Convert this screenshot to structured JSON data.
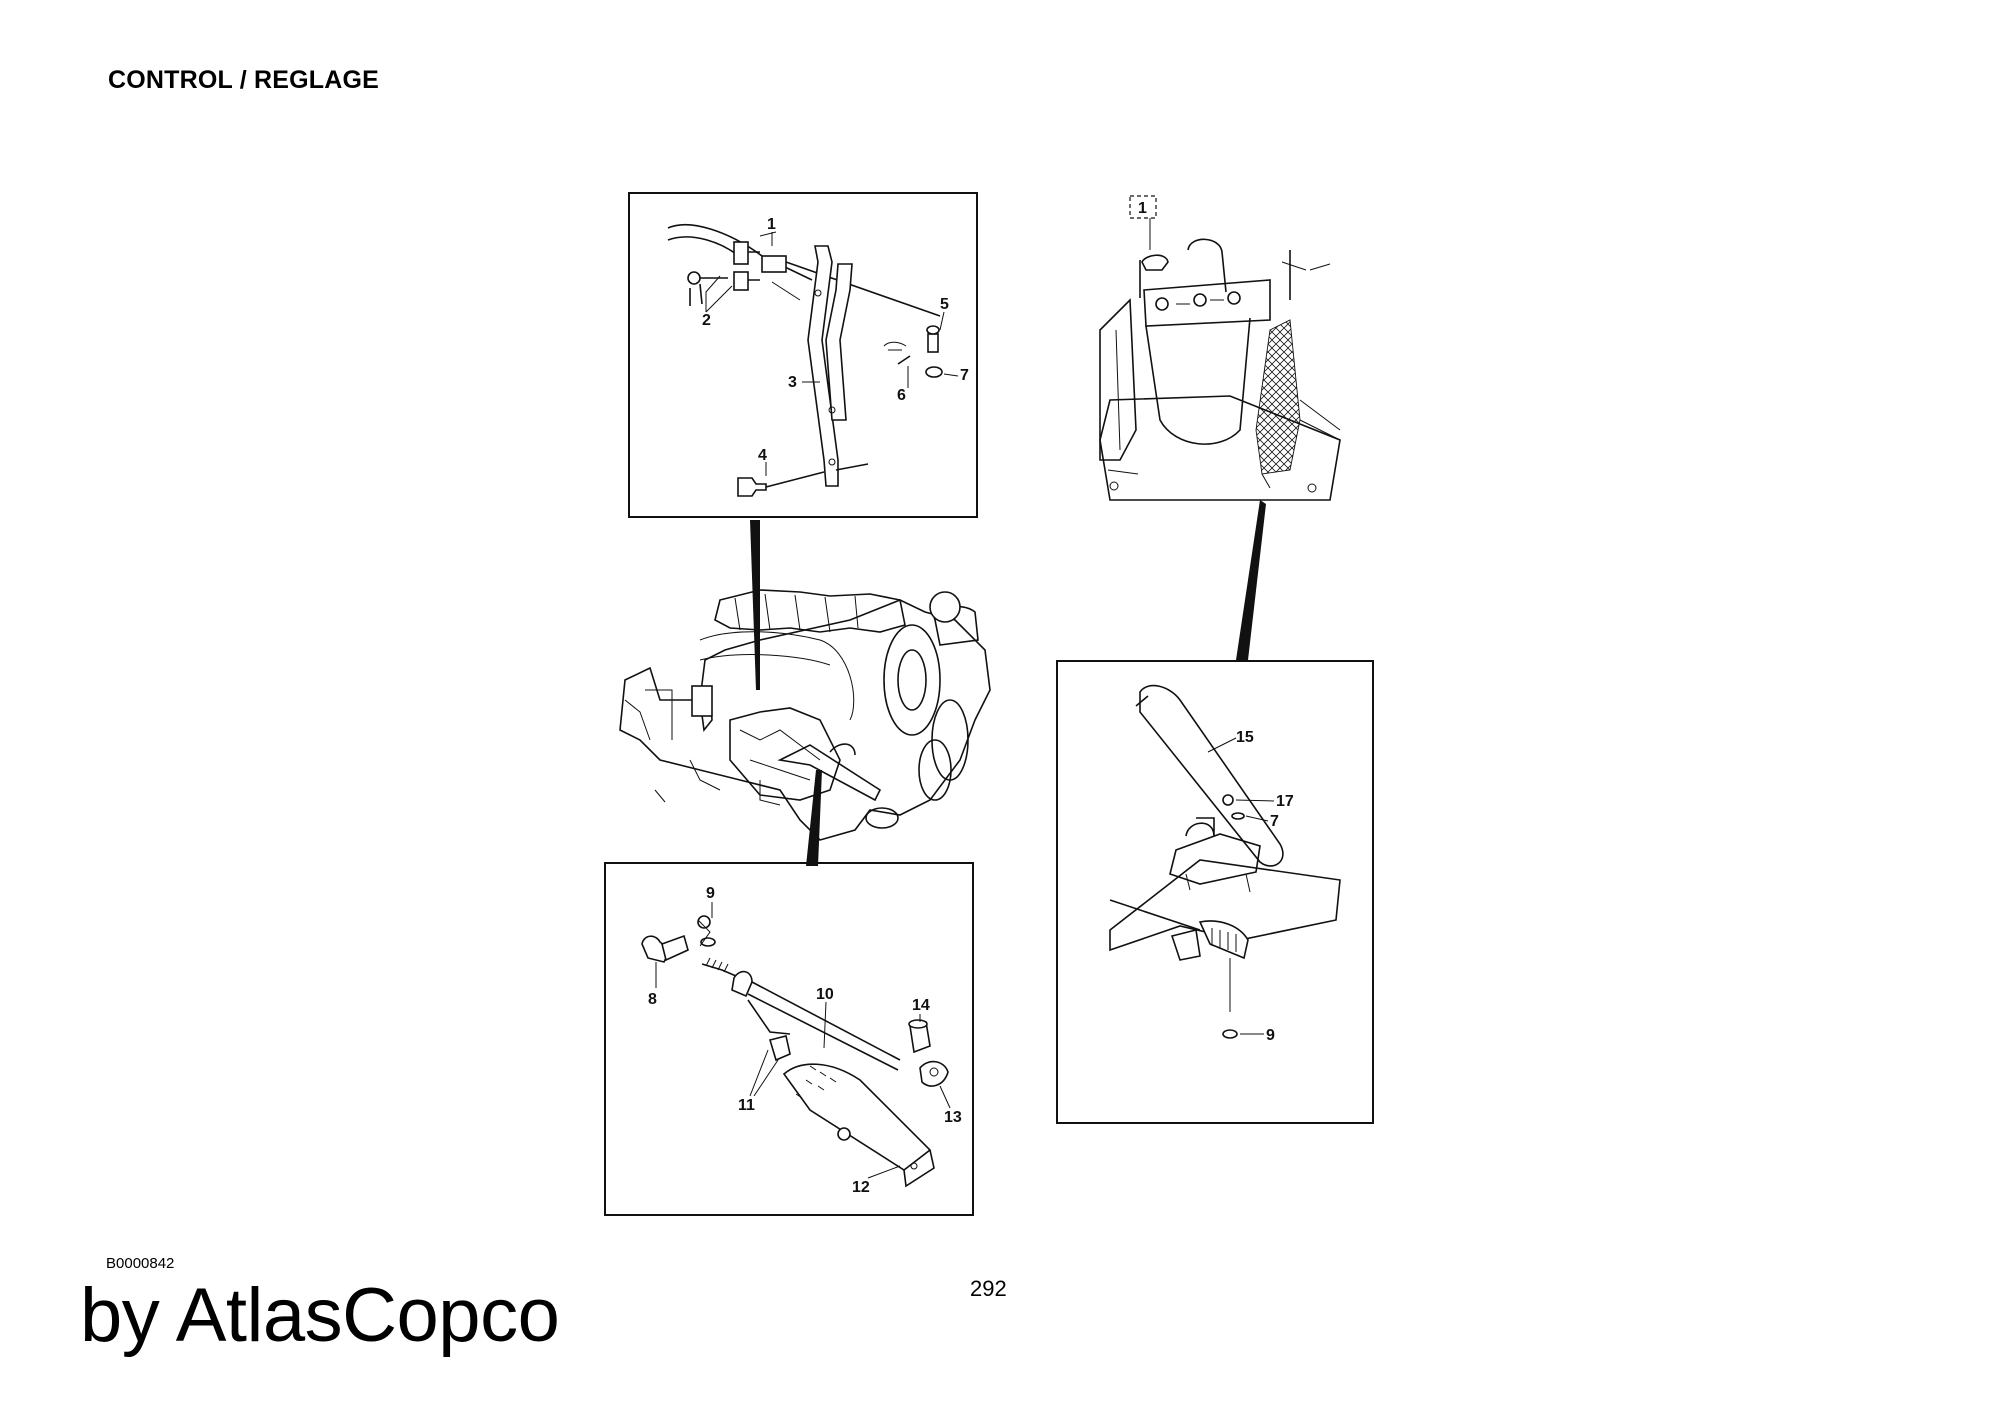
{
  "header": {
    "title": "CONTROL / REGLAGE"
  },
  "footer": {
    "drawing_ref": "B0000842",
    "brand": "by AtlasCopco",
    "page_number": "292"
  },
  "panels": {
    "throttle_linkage": {
      "callouts": [
        "1",
        "2",
        "3",
        "4",
        "5",
        "6",
        "7"
      ]
    },
    "cab_floor": {
      "callouts": [
        "1"
      ]
    },
    "accelerator_pedal": {
      "callouts": [
        "15",
        "17",
        "7",
        "9"
      ]
    },
    "injection_pump_cable": {
      "callouts": [
        "9",
        "8",
        "10",
        "14",
        "11",
        "13",
        "12"
      ]
    }
  }
}
